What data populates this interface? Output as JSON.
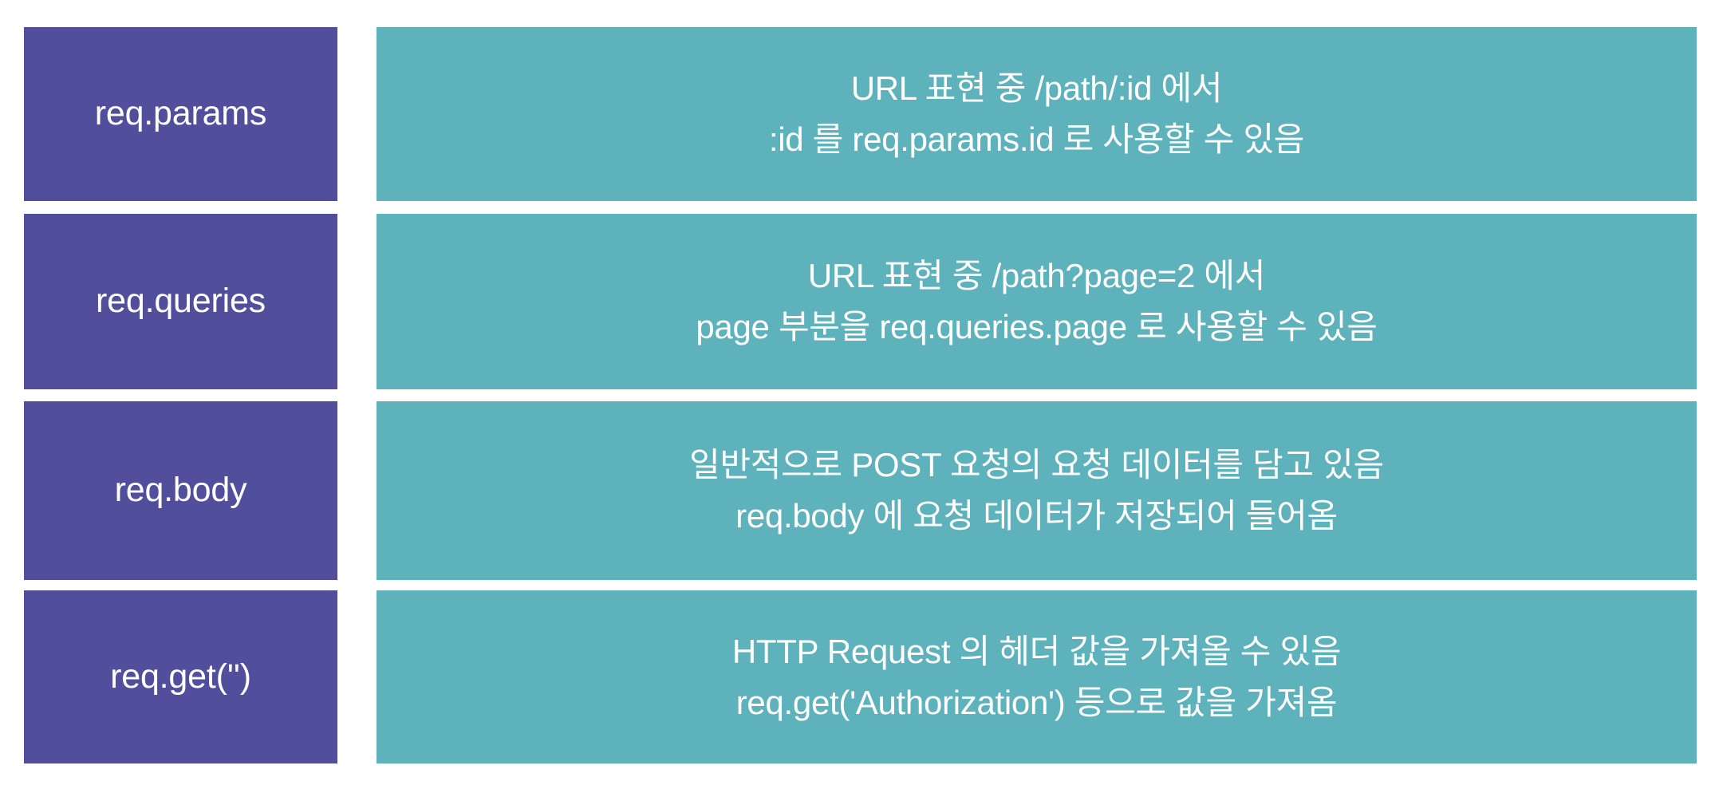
{
  "colors": {
    "label_bg": "#514f9c",
    "desc_bg": "#5db2bb",
    "text": "#ffffff",
    "page_bg": "#ffffff"
  },
  "table": {
    "rows": [
      {
        "label": "req.params",
        "description_lines": [
          "URL 표현 중 /path/:id 에서",
          ":id 를 req.params.id 로 사용할 수 있음"
        ]
      },
      {
        "label": "req.queries",
        "description_lines": [
          "URL 표현 중 /path?page=2 에서",
          "page 부분을 req.queries.page 로 사용할 수 있음"
        ]
      },
      {
        "label": "req.body",
        "description_lines": [
          "일반적으로 POST 요청의 요청 데이터를 담고 있음",
          "req.body 에 요청 데이터가 저장되어 들어옴"
        ]
      },
      {
        "label": "req.get('')",
        "description_lines": [
          "HTTP Request 의 헤더 값을 가져올 수 있음",
          "req.get('Authorization') 등으로 값을 가져옴"
        ]
      }
    ]
  }
}
